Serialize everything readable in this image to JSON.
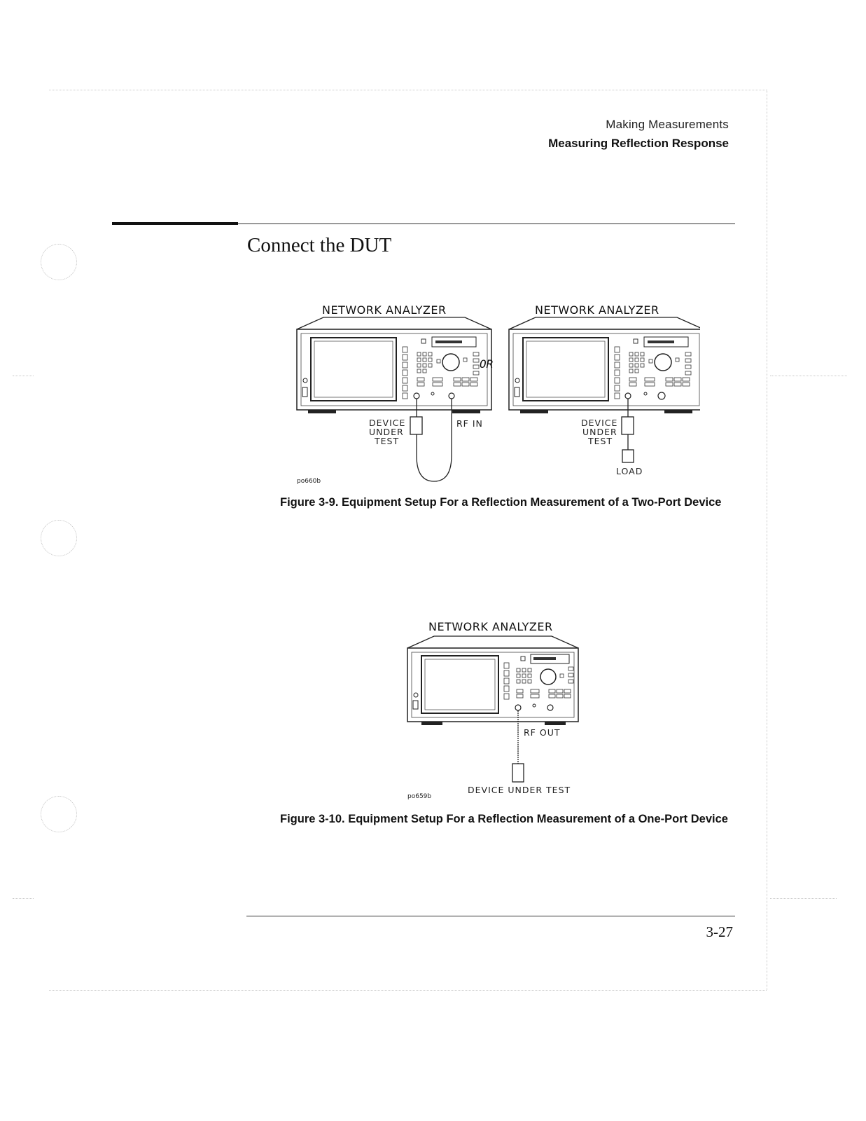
{
  "header": {
    "section": "Making Measurements",
    "topic": "Measuring Reflection Response"
  },
  "title": "Connect the DUT",
  "figure_3_9": {
    "left_analyzer_label": "NETWORK ANALYZER",
    "right_analyzer_label": "NETWORK ANALYZER",
    "or_label": "OR",
    "dut_line1": "DEVICE",
    "dut_line2": "UNDER",
    "dut_line3": "TEST",
    "rf_in_label": "RF IN",
    "right_dut_line1": "DEVICE",
    "right_dut_line2": "UNDER",
    "right_dut_line3": "TEST",
    "load_label": "LOAD",
    "figure_id": "po660b",
    "caption": "Figure 3-9. Equipment Setup For a Reflection Measurement of a Two-Port Device"
  },
  "figure_3_10": {
    "analyzer_label": "NETWORK ANALYZER",
    "rf_out_label": "RF OUT",
    "dut_label": "DEVICE UNDER TEST",
    "figure_id": "po659b",
    "caption": "Figure 3-10. Equipment Setup For a Reflection Measurement of a One-Port Device"
  },
  "page_number": "3-27"
}
